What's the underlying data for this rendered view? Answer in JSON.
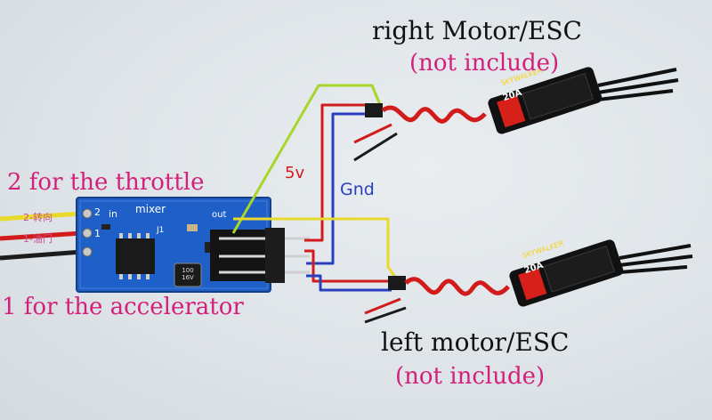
{
  "labels": {
    "right_motor": "right Motor/ESC",
    "right_not_included": "(not include)",
    "left_motor": "left motor/ESC",
    "left_not_included": "(not include)",
    "throttle": "2 for the throttle",
    "accelerator": "1 for the accelerator",
    "voltage": "5v",
    "ground": "Gnd",
    "pin2_cn": "2-转向",
    "pin1_cn": "1-油门"
  },
  "board": {
    "silk_in": "in",
    "silk_mixer": "mixer",
    "silk_out": "out",
    "silk_j1": "J1",
    "pin_2": "2",
    "pin_1": "1",
    "capacitor_text": "100 16V"
  },
  "esc": {
    "brand": "SKYWALKER",
    "rating": "20A"
  },
  "colors": {
    "pink": "#d4207a",
    "red_wire": "#d21c1c",
    "blue_wire": "#2a3fc0",
    "yellow_wire": "#e8d92a",
    "green_wire": "#a8d52a",
    "board": "#1f5fc8"
  }
}
